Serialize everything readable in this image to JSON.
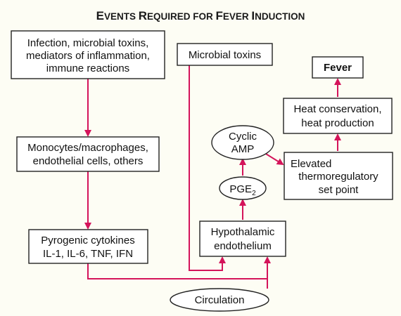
{
  "title": {
    "parts": [
      {
        "big": "E",
        "small": "VENTS "
      },
      {
        "big": "R",
        "small": "EQUIRED FOR "
      },
      {
        "big": "F",
        "small": "EVER "
      },
      {
        "big": "I",
        "small": "NDUCTION"
      }
    ]
  },
  "nodes": {
    "infection": {
      "lines": [
        "Infection, microbial toxins,",
        "mediators of inflammation,",
        "immune reactions"
      ]
    },
    "monocytes": {
      "lines": [
        "Monocytes/macrophages,",
        "endothelial cells, others"
      ]
    },
    "cytokines": {
      "lines": [
        "Pyrogenic cytokines",
        "IL-1, IL-6, TNF, IFN"
      ]
    },
    "circulation": {
      "label": "Circulation"
    },
    "microbial": {
      "label": "Microbial toxins"
    },
    "hypothalamic": {
      "lines": [
        "Hypothalamic",
        "endothelium"
      ]
    },
    "pge2": {
      "main": "PGE",
      "sub": "2"
    },
    "camp": {
      "lines": [
        "Cyclic",
        "AMP"
      ]
    },
    "elevated": {
      "lines": [
        "Elevated",
        "thermoregulatory",
        "set point"
      ]
    },
    "heat": {
      "lines": [
        "Heat conservation,",
        "heat production"
      ]
    },
    "fever": {
      "label": "Fever"
    }
  },
  "colors": {
    "arrow": "#d4145a",
    "box_border": "#222222",
    "background": "#fdfdf4"
  }
}
